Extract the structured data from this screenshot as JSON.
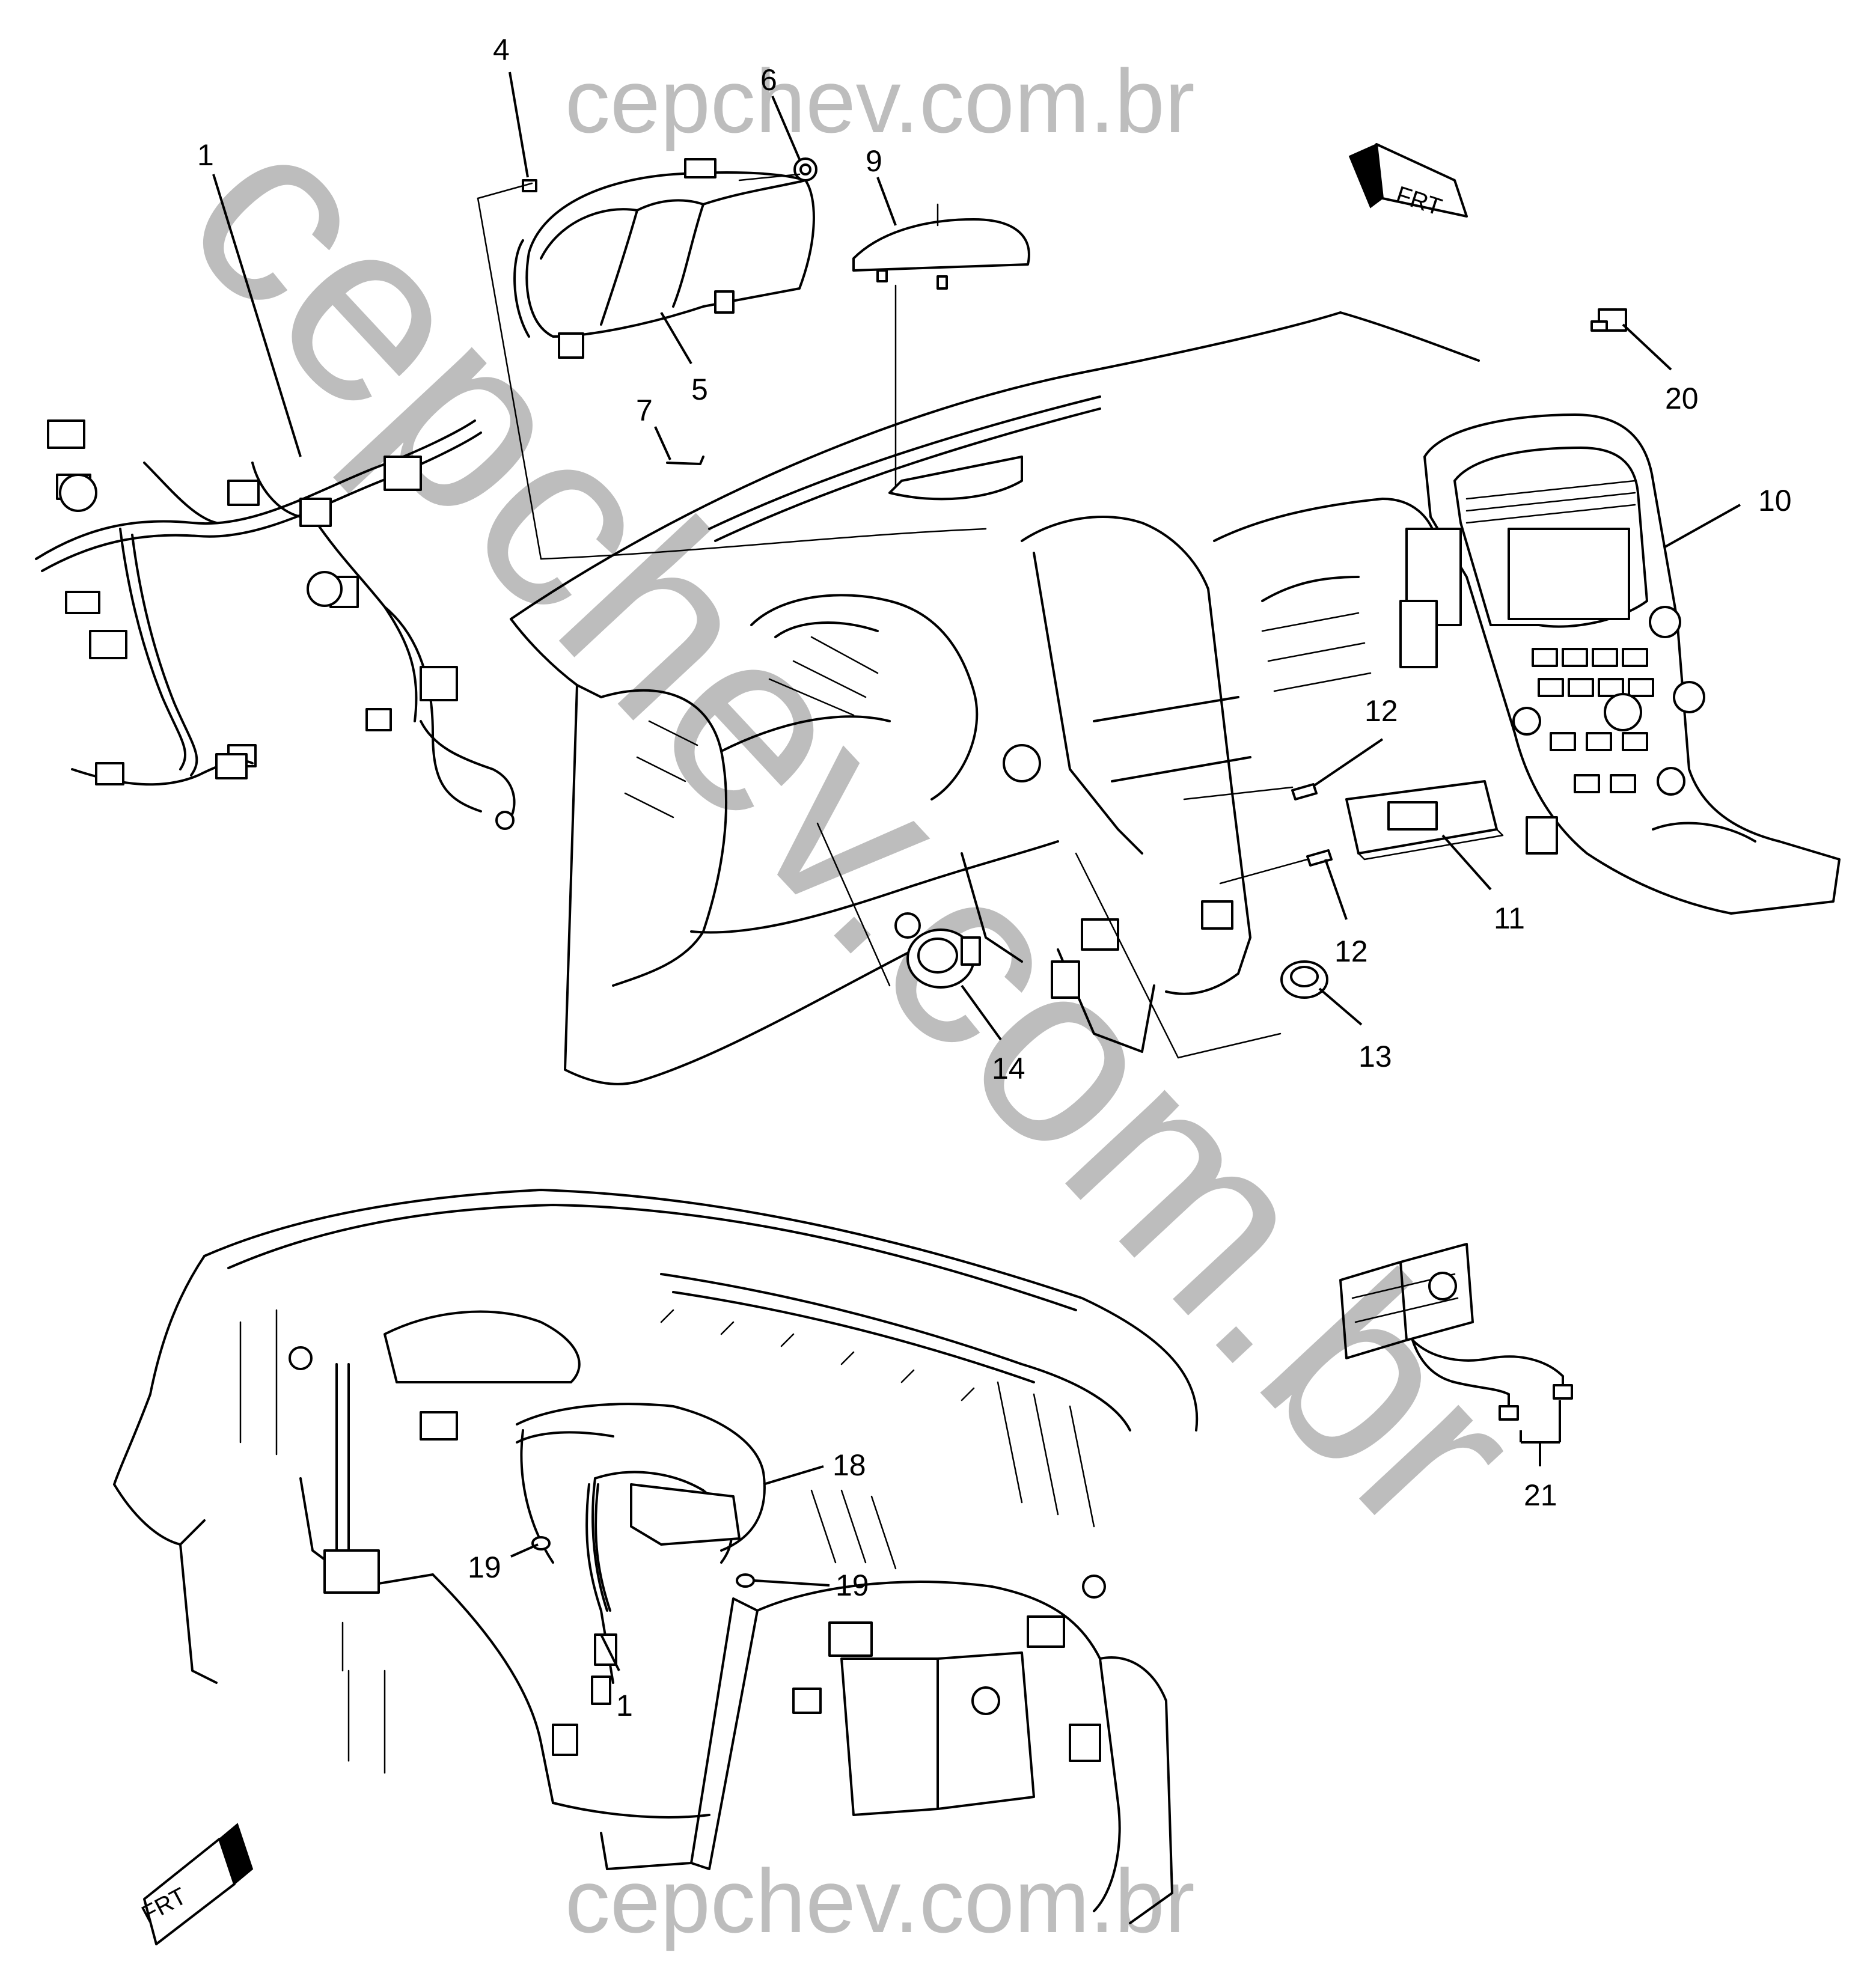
{
  "watermark": {
    "top": "cepchev.com.br",
    "bottom": "cepchev.com.br",
    "diagonal": "cepchev.com.br",
    "color": "#bdbdbd"
  },
  "direction_marker": {
    "label_top": "FRT",
    "label_bottom": "FRT"
  },
  "callouts": [
    {
      "id": "c1a",
      "label": "1"
    },
    {
      "id": "c4",
      "label": "4"
    },
    {
      "id": "c6",
      "label": "6"
    },
    {
      "id": "c9",
      "label": "9"
    },
    {
      "id": "c5",
      "label": "5"
    },
    {
      "id": "c7",
      "label": "7"
    },
    {
      "id": "c20",
      "label": "20"
    },
    {
      "id": "c10",
      "label": "10"
    },
    {
      "id": "c12a",
      "label": "12"
    },
    {
      "id": "c12b",
      "label": "12"
    },
    {
      "id": "c11",
      "label": "11"
    },
    {
      "id": "c13",
      "label": "13"
    },
    {
      "id": "c14",
      "label": "14"
    },
    {
      "id": "c18",
      "label": "18"
    },
    {
      "id": "c19a",
      "label": "19"
    },
    {
      "id": "c19b",
      "label": "19"
    },
    {
      "id": "c1b",
      "label": "1"
    },
    {
      "id": "c21",
      "label": "21"
    }
  ]
}
